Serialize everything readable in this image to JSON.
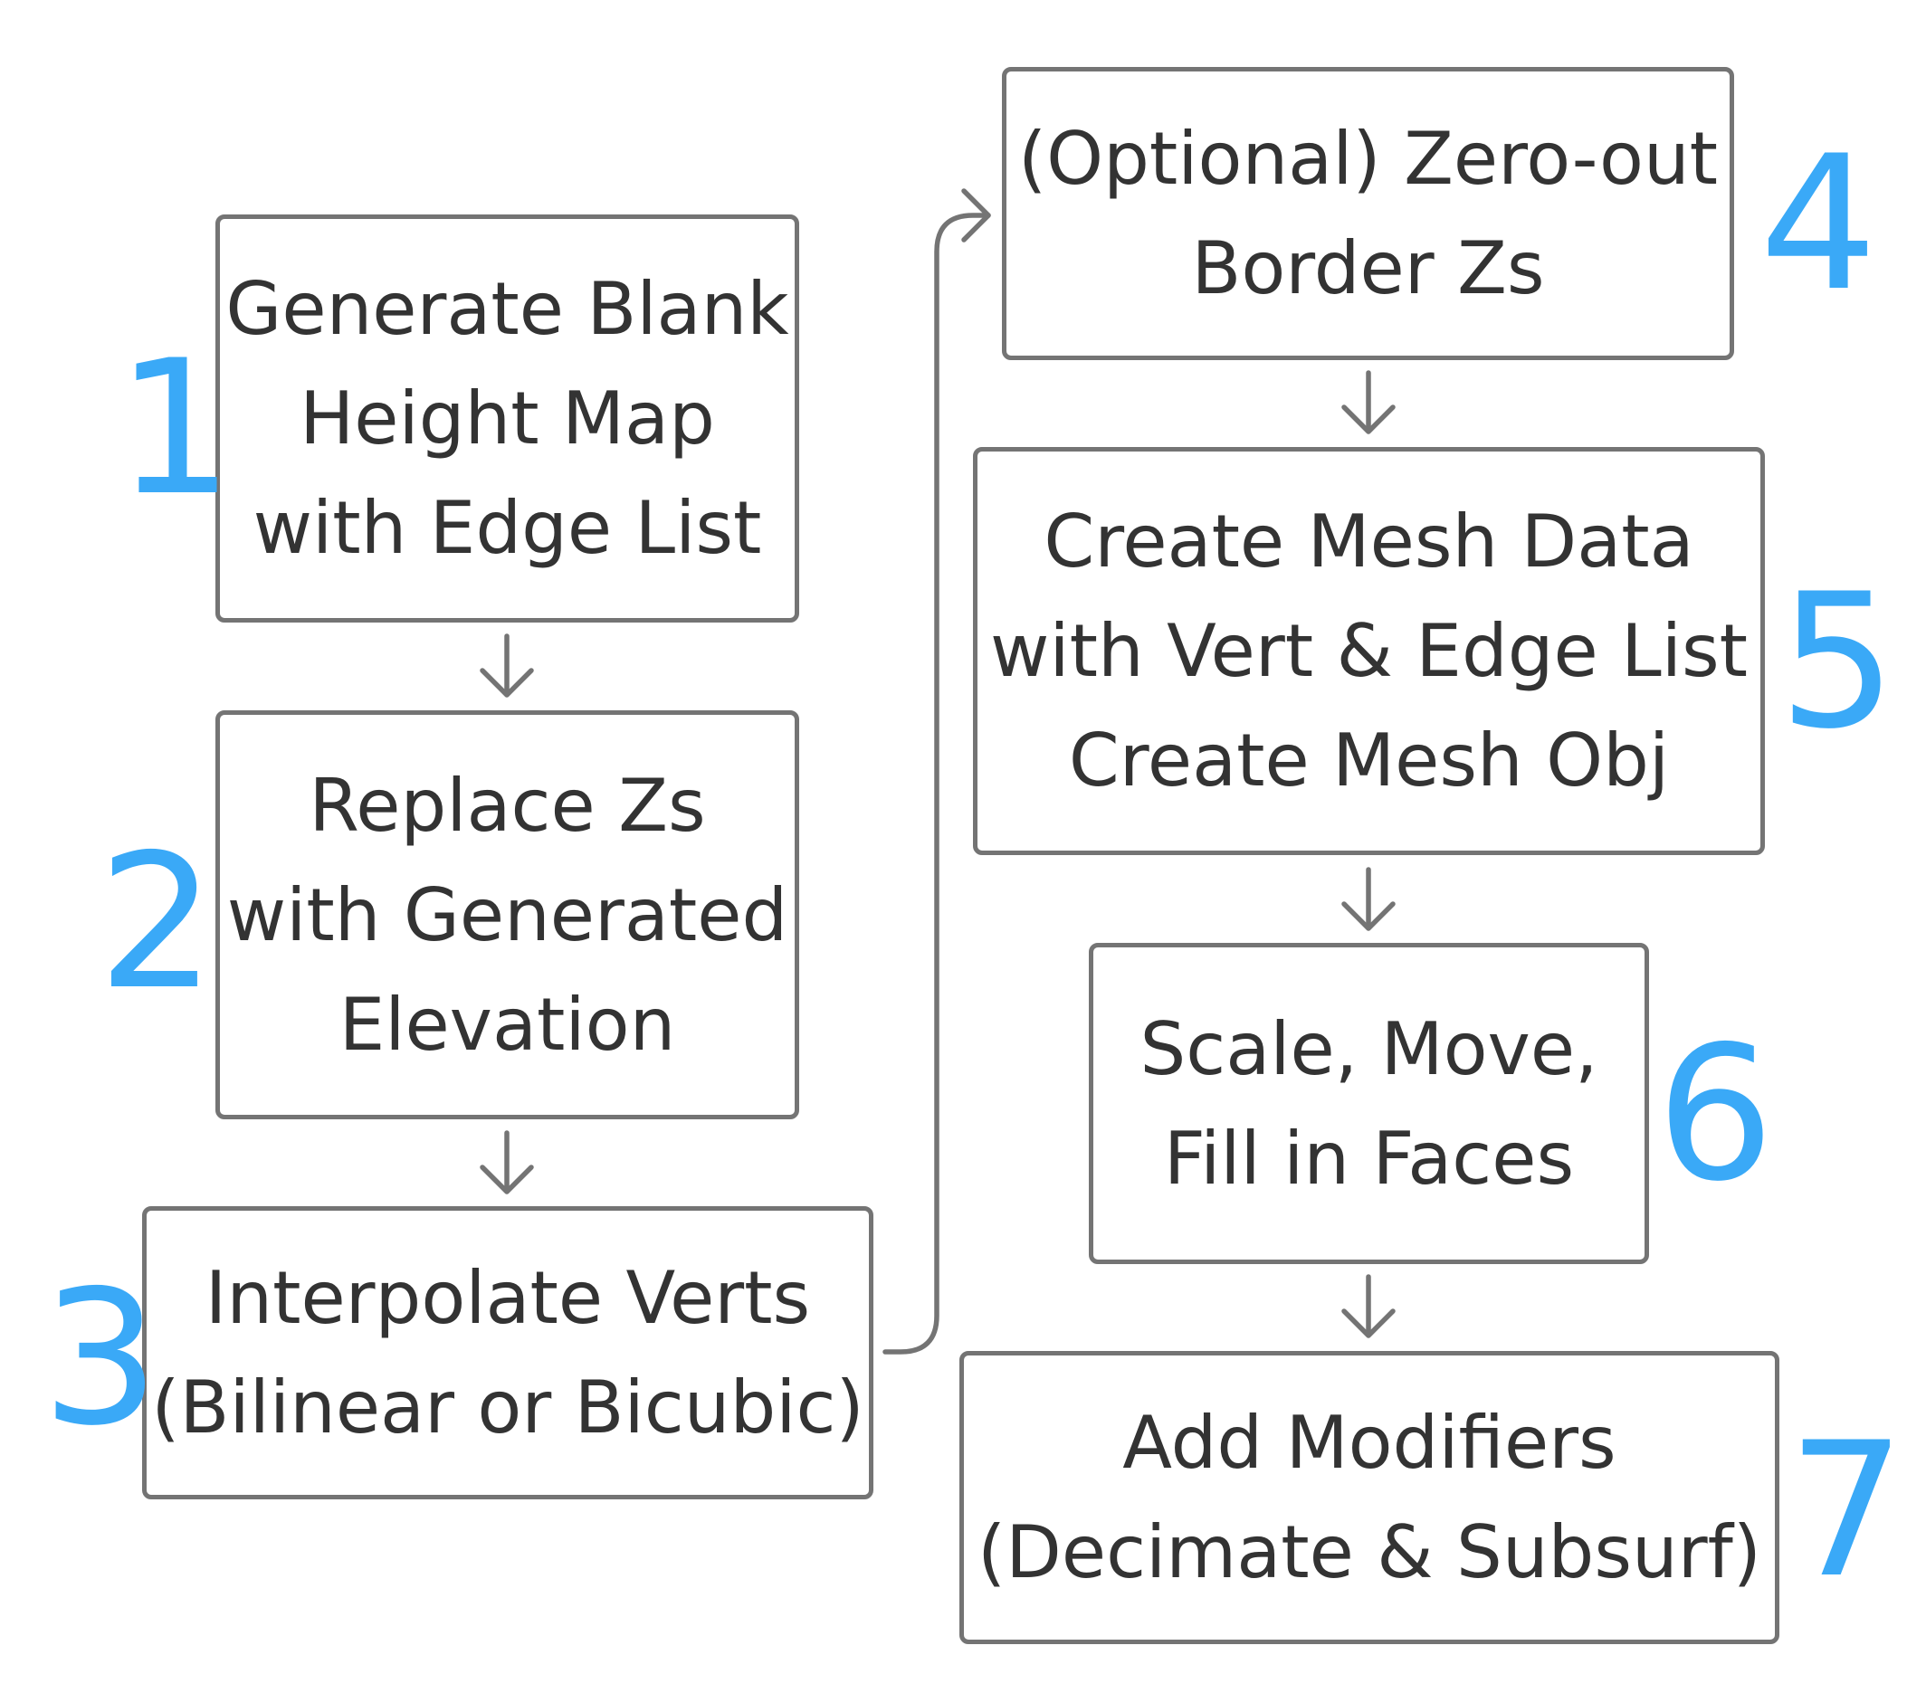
{
  "steps": [
    {
      "number": "1",
      "lines": [
        "Generate Blank",
        "Height Map",
        "with Edge List"
      ]
    },
    {
      "number": "2",
      "lines": [
        "Replace Zs",
        "with Generated",
        "Elevation"
      ]
    },
    {
      "number": "3",
      "lines": [
        "Interpolate Verts",
        "(Bilinear or Bicubic)"
      ]
    },
    {
      "number": "4",
      "lines": [
        "(Optional) Zero-out",
        "Border Zs"
      ]
    },
    {
      "number": "5",
      "lines": [
        "Create Mesh Data",
        "with Vert & Edge List",
        "Create Mesh Obj"
      ]
    },
    {
      "number": "6",
      "lines": [
        "Scale, Move,",
        "Fill in Faces"
      ]
    },
    {
      "number": "7",
      "lines": [
        "Add Modifiers",
        "(Decimate & Subsurf)"
      ]
    }
  ],
  "colors": {
    "step_number": "#3aa9f7",
    "box_border": "#747474",
    "text": "#333333"
  }
}
